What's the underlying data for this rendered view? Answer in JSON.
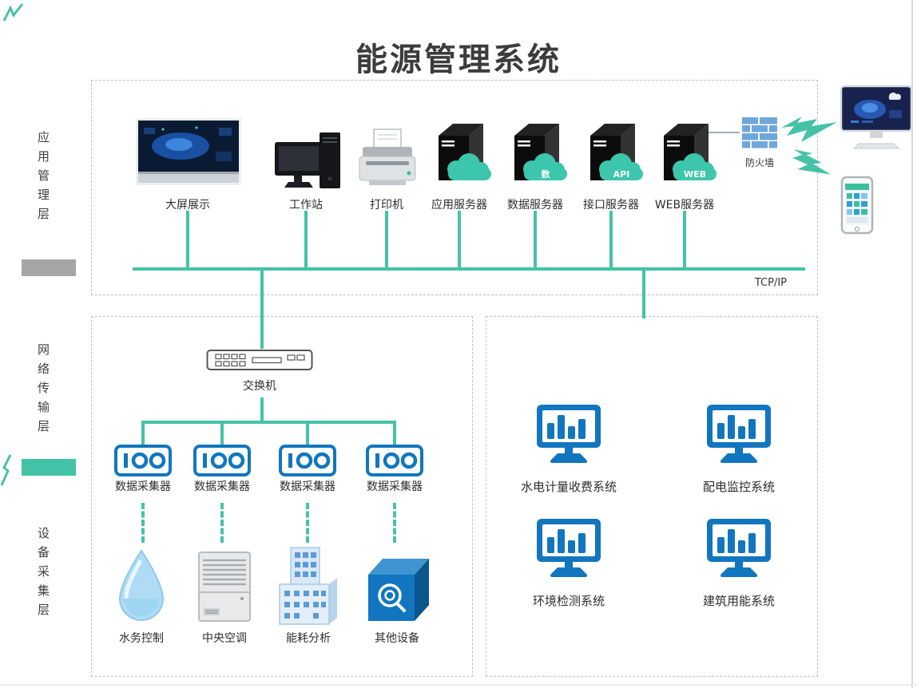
{
  "title": "能源管理系统",
  "side_labels": {
    "app_layer": "应用管理层",
    "network_layer": "网络传输层",
    "device_layer": "设备采集层"
  },
  "app_layer": {
    "devices": [
      {
        "label": "大屏展示"
      },
      {
        "label": "工作站"
      },
      {
        "label": "打印机"
      }
    ],
    "servers": [
      {
        "label": "应用服务器",
        "cloud": ""
      },
      {
        "label": "数据服务器",
        "cloud": "数"
      },
      {
        "label": "接口服务器",
        "cloud": "API"
      },
      {
        "label": "WEB服务器",
        "cloud": "WEB"
      }
    ],
    "firewall_label": "防火墙",
    "bus_label": "TCP/IP"
  },
  "network_layer": {
    "switch_label": "交换机",
    "collectors": [
      {
        "label": "数据采集器"
      },
      {
        "label": "数据采集器"
      },
      {
        "label": "数据采集器"
      },
      {
        "label": "数据采集器"
      }
    ]
  },
  "device_layer": {
    "devices": [
      {
        "label": "水务控制"
      },
      {
        "label": "中央空调"
      },
      {
        "label": "能耗分析"
      },
      {
        "label": "其他设备"
      }
    ]
  },
  "systems_panel": {
    "systems": [
      {
        "label": "水电计量收费系统"
      },
      {
        "label": "配电监控系统"
      },
      {
        "label": "环境检测系统"
      },
      {
        "label": "建筑用能系统"
      }
    ]
  },
  "colors": {
    "accent_teal": "#45c2a7",
    "icon_blue": "#1176bf",
    "firewall_blue": "#6fa7dc",
    "server_black": "#0c0c0c"
  }
}
